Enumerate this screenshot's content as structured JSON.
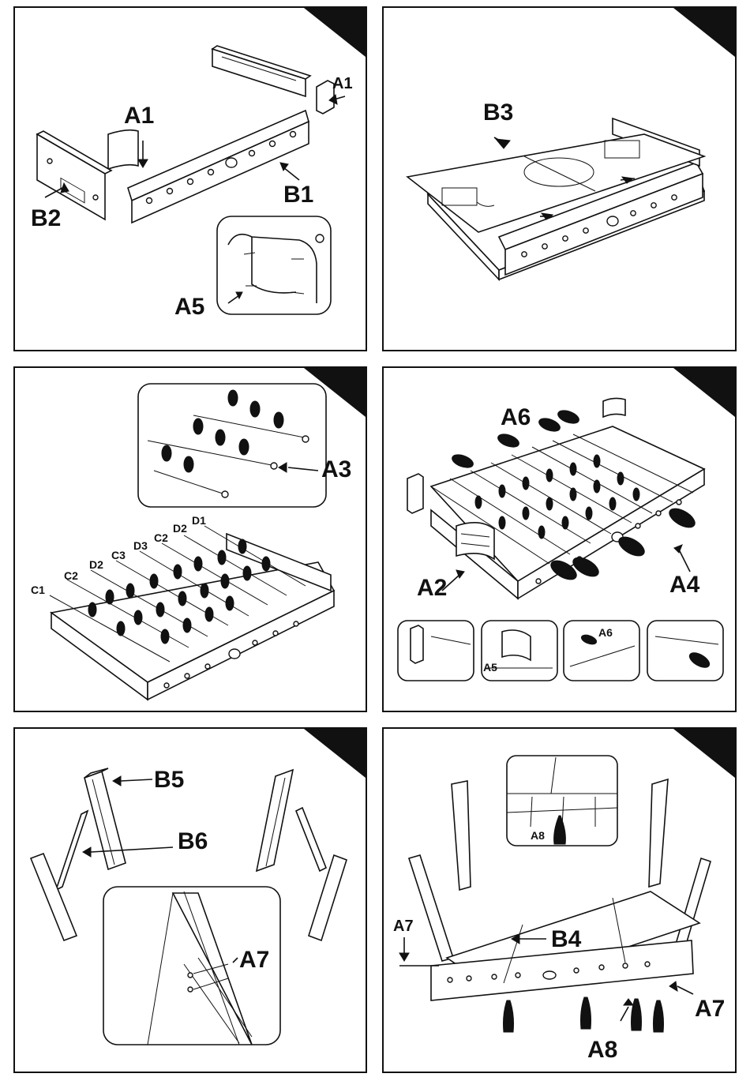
{
  "steps": [
    {
      "labels": {
        "a1_big": "A1",
        "a1_small": "A1",
        "b1": "B1",
        "b2": "B2",
        "a5": "A5"
      }
    },
    {
      "labels": {
        "b3": "B3"
      }
    },
    {
      "labels": {
        "a3": "A3",
        "c1": "C1",
        "c2a": "C2",
        "d2a": "D2",
        "c3": "C3",
        "d3": "D3",
        "c2b": "C2",
        "d2b": "D2",
        "d1": "D1"
      }
    },
    {
      "labels": {
        "a6": "A6",
        "a2": "A2",
        "a4": "A4",
        "a6_inset": "A6",
        "a5_inset": "A5"
      }
    },
    {
      "labels": {
        "b5": "B5",
        "b6": "B6",
        "a7": "A7"
      }
    },
    {
      "labels": {
        "a7_left": "A7",
        "b4": "B4",
        "a7_right": "A7",
        "a8_inset": "A8",
        "a8": "A8"
      }
    }
  ]
}
